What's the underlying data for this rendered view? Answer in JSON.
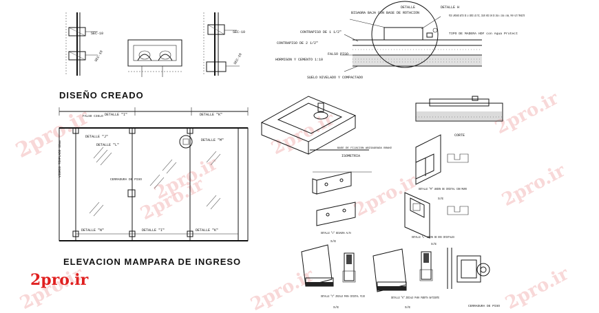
{
  "watermark": {
    "text": "2pro.ir",
    "logo_text": "2pro.ir"
  },
  "titles": {
    "design": "DISEÑO CREADO",
    "elevation": "ELEVACION MAMPARA DE INGRESO"
  },
  "top_section_labels": {
    "sec1": "SEC-10",
    "sec2": "SEC-10",
    "sec3": "SEC-10",
    "sec4": "SEC-10"
  },
  "floor_detail": {
    "label_bisagra": "BISAGRA BAJA CON BASE DE ROTACION",
    "label_detalle": "DETALLE ",
    "label_detalle_h": "DETALLE H",
    "label_contrapiso": "CONTRAPISO DE 1 1/2\"",
    "label_contrapiso2": "CONTRAPISO DE 2 1/2\"",
    "label_falso": "FALSO PISO",
    "label_hormigon": "HORMIGON Y CEMENTO 1:10",
    "label_suelo": "SUELO NIVELADO Y COMPACTADO",
    "label_piso": "PISO LAMINADO WITEX DE LA SERIE LOG TEC, COLOR ARCE OAK DE 20cm x 19cm x 8mm, PARA ALTO TRANSITO",
    "label_tipo": "TIPO DE MADERA HDF con Aqua Protect"
  },
  "elevation": {
    "detail_k": "DETALLE \"K\"",
    "detail_i": "DETALLE \"I\"",
    "detail_j": "DETALLE \"J\"",
    "detail_m": "DETALLE \"M\"",
    "detail_n": "DETALLE \"N\"",
    "detail_l": "DETALLE \"L\"",
    "falso": "FALSO CIELO",
    "vidrio": "VIDRIO TEMPLADO 10mm",
    "cerradura": "CERRADURA DE PISO"
  },
  "details": {
    "isometria": "ISOMETRIA",
    "base": "BASE DE FIJACION ABISAGRADA BRAKE",
    "corte": "CORTE",
    "union_muro": "DETALLE \"M\" UNION DE CRISTAL CON MURO",
    "bisagra_alta": "DETALLE \"J\" BISAGRA ALTA",
    "union_cristales": "DETALLE \"L\" UNION DE DOS CRISTALES",
    "zocalo_fijo": "DETALLE \"I\" ZOCALO PARA CRISTAL FIJO",
    "zocalo_puerta": "DETALLE \"K\" ZOCALO PARA PUERTA BATIENTE",
    "cerradura_piso": "CERRADURA DE PISO",
    "scale": "S/E"
  }
}
